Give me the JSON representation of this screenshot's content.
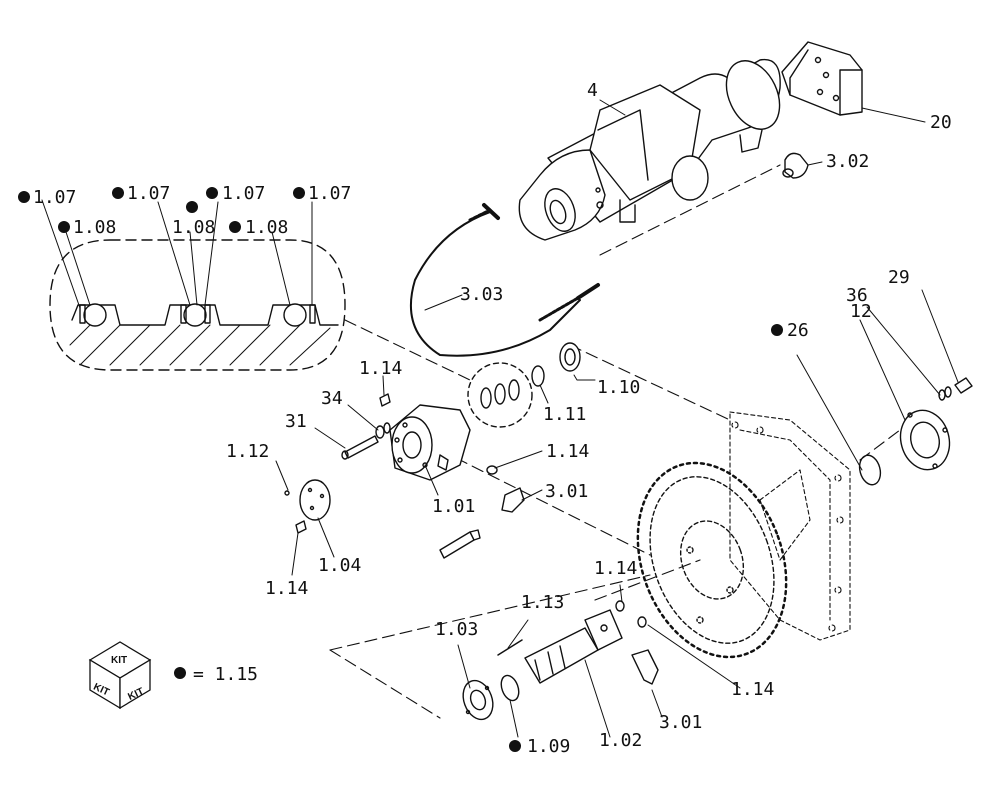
{
  "colors": {
    "ink": "#111111",
    "background": "#ffffff"
  },
  "kit": {
    "box_text_top": "KIT",
    "box_text_left": "KIT",
    "box_text_right": "KIT",
    "legend_equals": "= 1.15"
  },
  "labels": {
    "l_1_07_a": "1.07",
    "l_1_07_b": "1.07",
    "l_1_07_c": "1.07",
    "l_1_07_d": "1.07",
    "l_1_08_a": "1.08",
    "l_1_08_b": "1.08",
    "l_1_08_c": "1.08",
    "l_4": "4",
    "l_20": "20",
    "l_3_02": "3.02",
    "l_3_03": "3.03",
    "l_1_10": "1.10",
    "l_1_11": "1.11",
    "l_1_14_a": "1.14",
    "l_1_14_b": "1.14",
    "l_1_14_c": "1.14",
    "l_1_14_d": "1.14",
    "l_1_14_e": "1.14",
    "l_34": "34",
    "l_31": "31",
    "l_1_12": "1.12",
    "l_1_01": "1.01",
    "l_3_01_a": "3.01",
    "l_3_01_b": "3.01",
    "l_1_04": "1.04",
    "l_1_13": "1.13",
    "l_1_03": "1.03",
    "l_1_02": "1.02",
    "l_1_09": "1.09",
    "l_26": "26",
    "l_12": "12",
    "l_36": "36",
    "l_29": "29"
  }
}
